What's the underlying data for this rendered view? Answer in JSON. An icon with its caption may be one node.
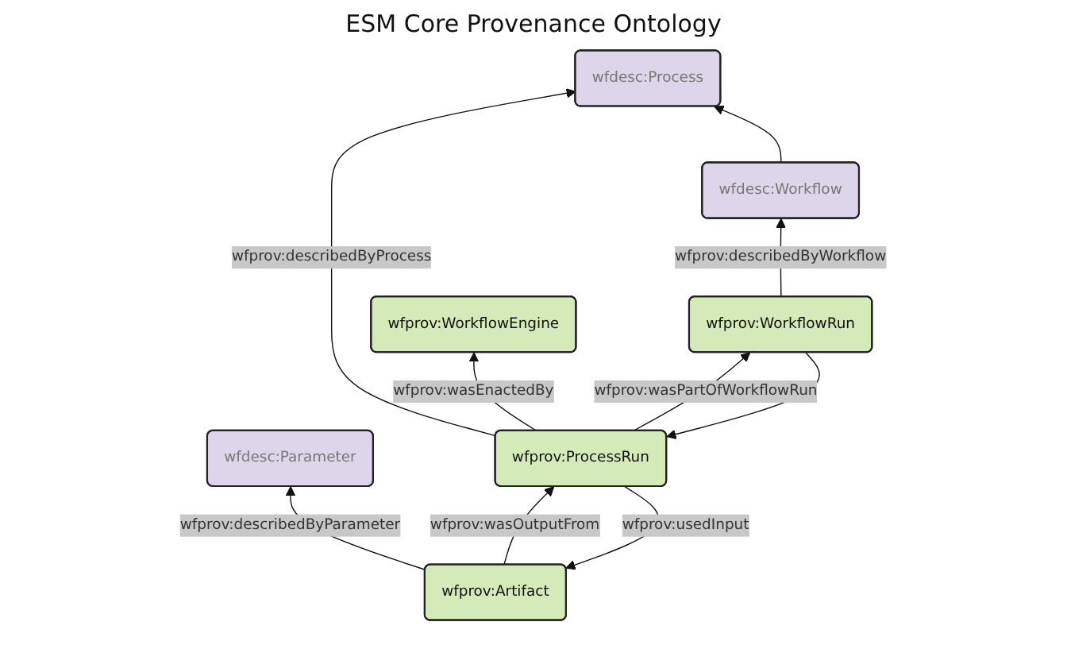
{
  "diagram": {
    "title": "ESM Core Provenance Ontology",
    "nodes": [
      {
        "text": [
          "wfdesc:Parameter"
        ]
      },
      {
        "text": [
          "wfdesc:Process"
        ]
      },
      {
        "text": [
          "wfdesc:Workflow"
        ]
      },
      {
        "text": [
          "wfprov:Artifact"
        ]
      },
      {
        "text": [
          "wfprov:ProcessRun"
        ]
      },
      {
        "text": [
          "wfprov:WorkflowRun"
        ]
      },
      {
        "text": [
          "wfprov:WorkflowEngine"
        ]
      }
    ],
    "edges": [
      {
        "from": 3,
        "to": 0,
        "arrow": "to",
        "label": "wfprov:describedByParameter"
      },
      {
        "from": 4,
        "to": 1,
        "arrow": "to",
        "label": "wfprov:describedByProcess"
      },
      {
        "from": 2,
        "to": 1,
        "arrow": "to"
      },
      {
        "from": 5,
        "to": 2,
        "arrow": "to",
        "label": "wfprov:describedByWorkflow"
      },
      {
        "from": 3,
        "to": 4,
        "arrow": "to",
        "label": "wfprov:wasOutputFrom"
      },
      {
        "from": 4,
        "to": 3,
        "arrow": "to",
        "label": "wfprov:usedInput"
      },
      {
        "from": 5,
        "to": 4,
        "arrow": "to"
      },
      {
        "from": 4,
        "to": 5,
        "arrow": "to",
        "label": "wfprov:wasPartOfWorkflowRun"
      },
      {
        "from": 4,
        "to": 6,
        "arrow": "to",
        "label": "wfprov:wasEnactedBy"
      }
    ]
  }
}
